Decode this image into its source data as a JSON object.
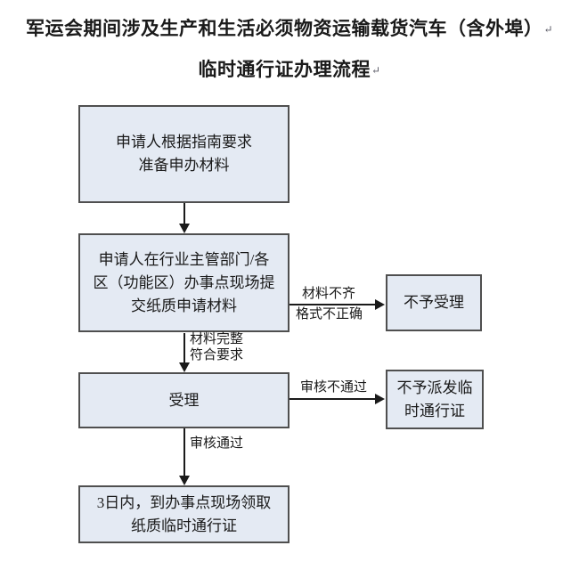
{
  "diagram": {
    "title_line1": "军运会期间涉及生产和生活必须物资运输载货汽车（含外埠）",
    "title_line2": "临时通行证办理流程",
    "return_mark": "↵",
    "nodes": {
      "step1": "申请人根据指南要求\n准备申办材料",
      "step2": "申请人在行业主管部门/各\n区（功能区）办事点现场提\n交纸质申请材料",
      "step3": "受理",
      "step4": "3日内，到办事点现场领取\n纸质临时通行证",
      "reject1": "不予受理",
      "reject2": "不予派发临\n时通行证"
    },
    "edge_labels": {
      "incomplete_top": "材料不齐",
      "incomplete_bottom": "格式不正确",
      "complete": "材料完整\n符合要求",
      "review_fail": "审核不通过",
      "review_pass": "审核通过"
    },
    "colors": {
      "box_fill": "#e4eaf3",
      "box_border": "#4f4f4f",
      "connector": "#1a1a1a",
      "text": "#1a1a1a",
      "background": "#ffffff"
    }
  }
}
